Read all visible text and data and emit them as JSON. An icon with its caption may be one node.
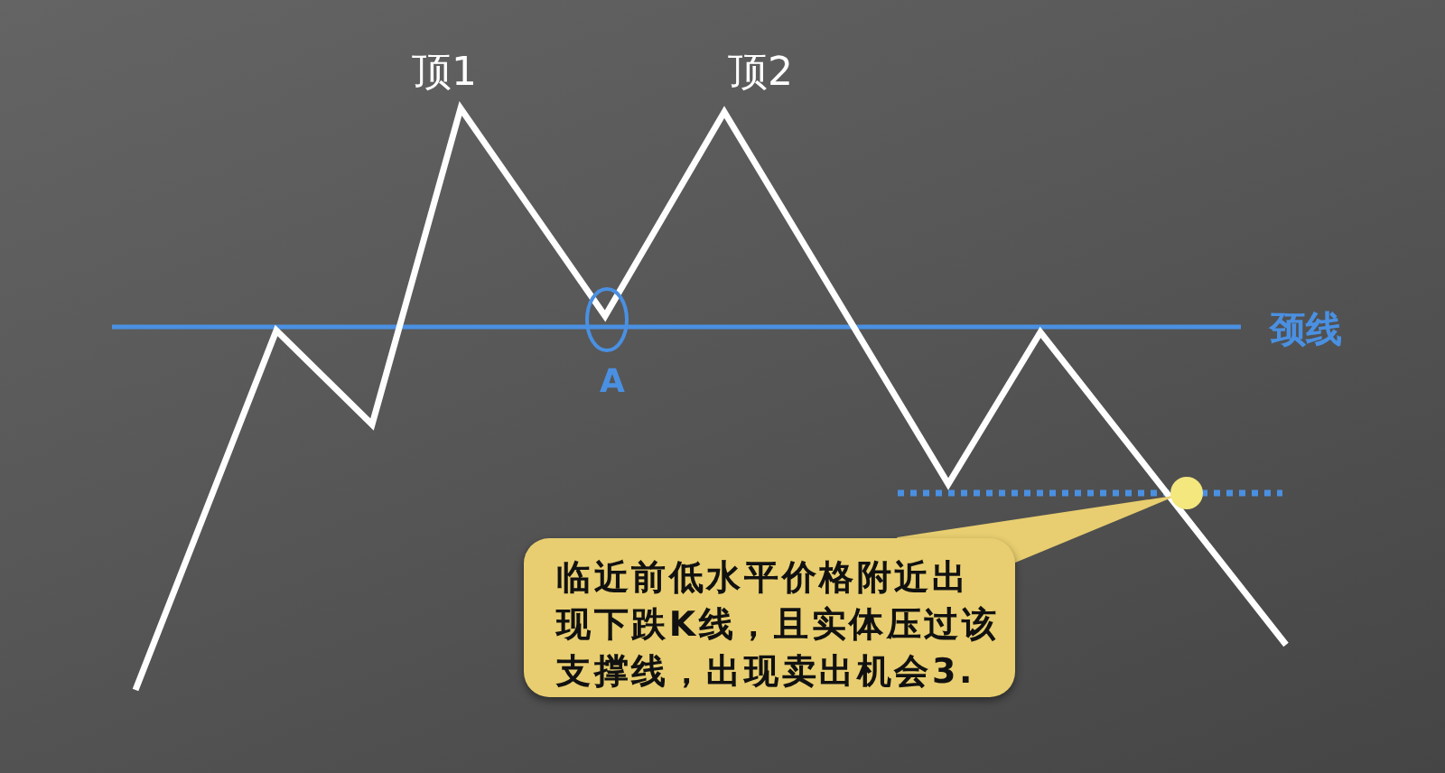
{
  "diagram": {
    "nodes": [
      {
        "text": [
          "临近前低水平价格附近出现下跌K线，且实体压过该支撑线，出现卖出机会3."
        ]
      },
      {
        "text": [],
        "shape": "circle"
      }
    ],
    "edges": [
      {
        "from": 0,
        "to": 1,
        "arrow": "none"
      }
    ],
    "labels": [
      "顶1",
      "顶2",
      "颈线",
      "A"
    ]
  }
}
